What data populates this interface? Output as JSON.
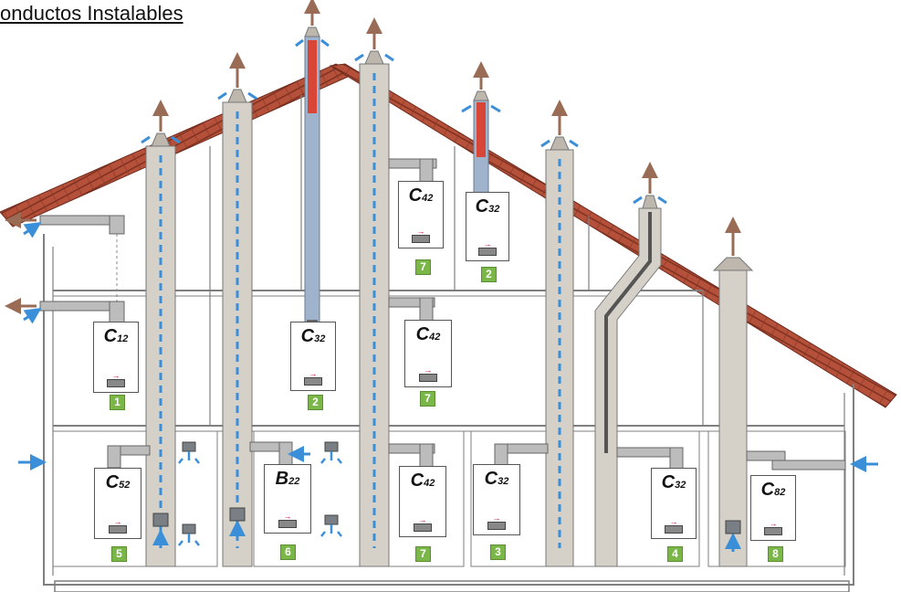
{
  "title": "onductos Instalables",
  "colors": {
    "roof": "#b5513a",
    "duct": "#d5d0c8",
    "air": "#3b8ed8",
    "exhaust": "#9a6b55",
    "badge": "#7ab648",
    "hot": "#d84638"
  },
  "installations": [
    {
      "code_main": "C",
      "code_sub": "12",
      "number": "1"
    },
    {
      "code_main": "C",
      "code_sub": "32",
      "number": "2"
    },
    {
      "code_main": "C",
      "code_sub": "42",
      "number": "7"
    },
    {
      "code_main": "C",
      "code_sub": "32",
      "number": "2"
    },
    {
      "code_main": "C",
      "code_sub": "42",
      "number": "7"
    },
    {
      "code_main": "C",
      "code_sub": "52",
      "number": "5"
    },
    {
      "code_main": "B",
      "code_sub": "22",
      "number": "6"
    },
    {
      "code_main": "C",
      "code_sub": "42",
      "number": "7"
    },
    {
      "code_main": "C",
      "code_sub": "32",
      "number": "3"
    },
    {
      "code_main": "C",
      "code_sub": "32",
      "number": "4"
    },
    {
      "code_main": "C",
      "code_sub": "82",
      "number": "8"
    }
  ]
}
